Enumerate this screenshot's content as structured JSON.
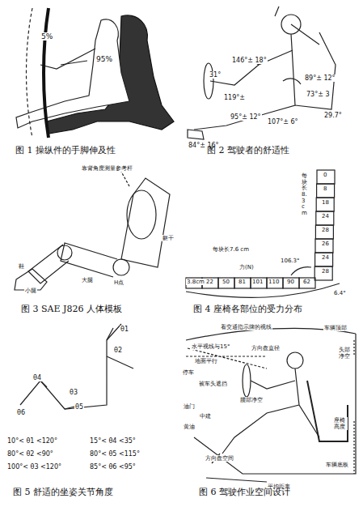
{
  "diagram": {
    "labels": [
      "5%",
      "95%",
      "图 1 操纵件的手脚伸及性",
      "31°",
      "146°± 18°",
      "89°± 12°",
      "119°±",
      "73°± 3",
      "29.7°",
      "107°± 6°",
      "95°± 12°",
      "84°± 16°",
      "图 2 驾驶者的舒适性",
      "靠背角度测量参考杆",
      "躯干",
      "鞋",
      "小腿",
      "大腿",
      "H点",
      "图 3 SAE J826 人体模板",
      "每块长 8.3 cm",
      "0",
      "8",
      "18",
      "24",
      "28",
      "26",
      "24",
      "28",
      "106.3°",
      "力(N)",
      "每块长7.6 cm",
      "3.8cm",
      "22",
      "50",
      "81",
      "101",
      "110",
      "90",
      "62",
      "6.4°",
      "图 4 座椅各部位的受力分布",
      "θ1",
      "θ2",
      "θ3",
      "θ4",
      "θ5",
      "θ6",
      "10°< θ1 <120°",
      "80°< θ2 <90°",
      "100°< θ3 <120°",
      "15°< θ4 <35°",
      "80°< θ5 <115°",
      "85°< θ6 <95°",
      "图 5 舒适的坐姿关节角度",
      "看交通指示牌的视线",
      "车辆顶部",
      "水平视线与15°",
      "头部净空",
      "地面平行",
      "停车",
      "被车头遮挡",
      "方向盘直径",
      "腰部净空",
      "油门",
      "中建",
      "黄油",
      "方向盘空间",
      "座椅高度",
      "车辆底板",
      "平均距离",
      "图 6 驾驶作业空间设计"
    ]
  }
}
